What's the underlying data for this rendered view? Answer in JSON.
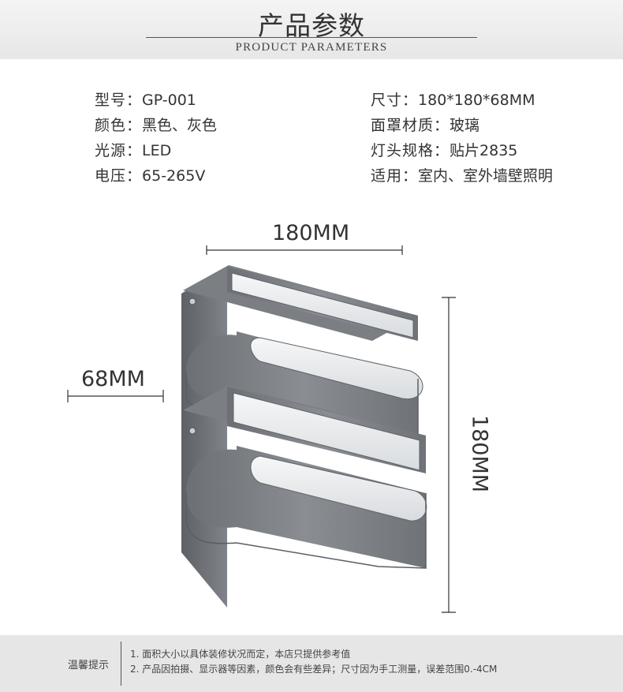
{
  "header": {
    "title": "产品参数",
    "subtitle": "PRODUCT PARAMETERS"
  },
  "specs": {
    "left": [
      {
        "label": "型号：",
        "value": "GP-001"
      },
      {
        "label": "颜色：",
        "value": "黑色、灰色"
      },
      {
        "label": "光源：",
        "value": "LED"
      },
      {
        "label": "电压：",
        "value": "65-265V"
      }
    ],
    "right": [
      {
        "label": "尺寸：",
        "value": "180*180*68MM"
      },
      {
        "label": "面罩材质：",
        "value": "玻璃"
      },
      {
        "label": "灯头规格：",
        "value": "贴片2835"
      },
      {
        "label": "适用：",
        "value": "室内、室外墙壁照明"
      }
    ]
  },
  "dimensions": {
    "width": "180MM",
    "depth": "68MM",
    "height": "180MM"
  },
  "footer": {
    "label": "温馨提示",
    "notes": [
      "1. 面积大小以具体装修状况而定，本店只提供参考值",
      "2. 产品因拍摄、显示器等因素，颜色会有些差异；尺寸因为手工测量，误差范围0.-4CM"
    ]
  },
  "colors": {
    "header_bg": "#ececec",
    "footer_bg": "#e6e6e6",
    "lamp_body": "#7d8186",
    "lamp_shade": "#eceef0"
  }
}
